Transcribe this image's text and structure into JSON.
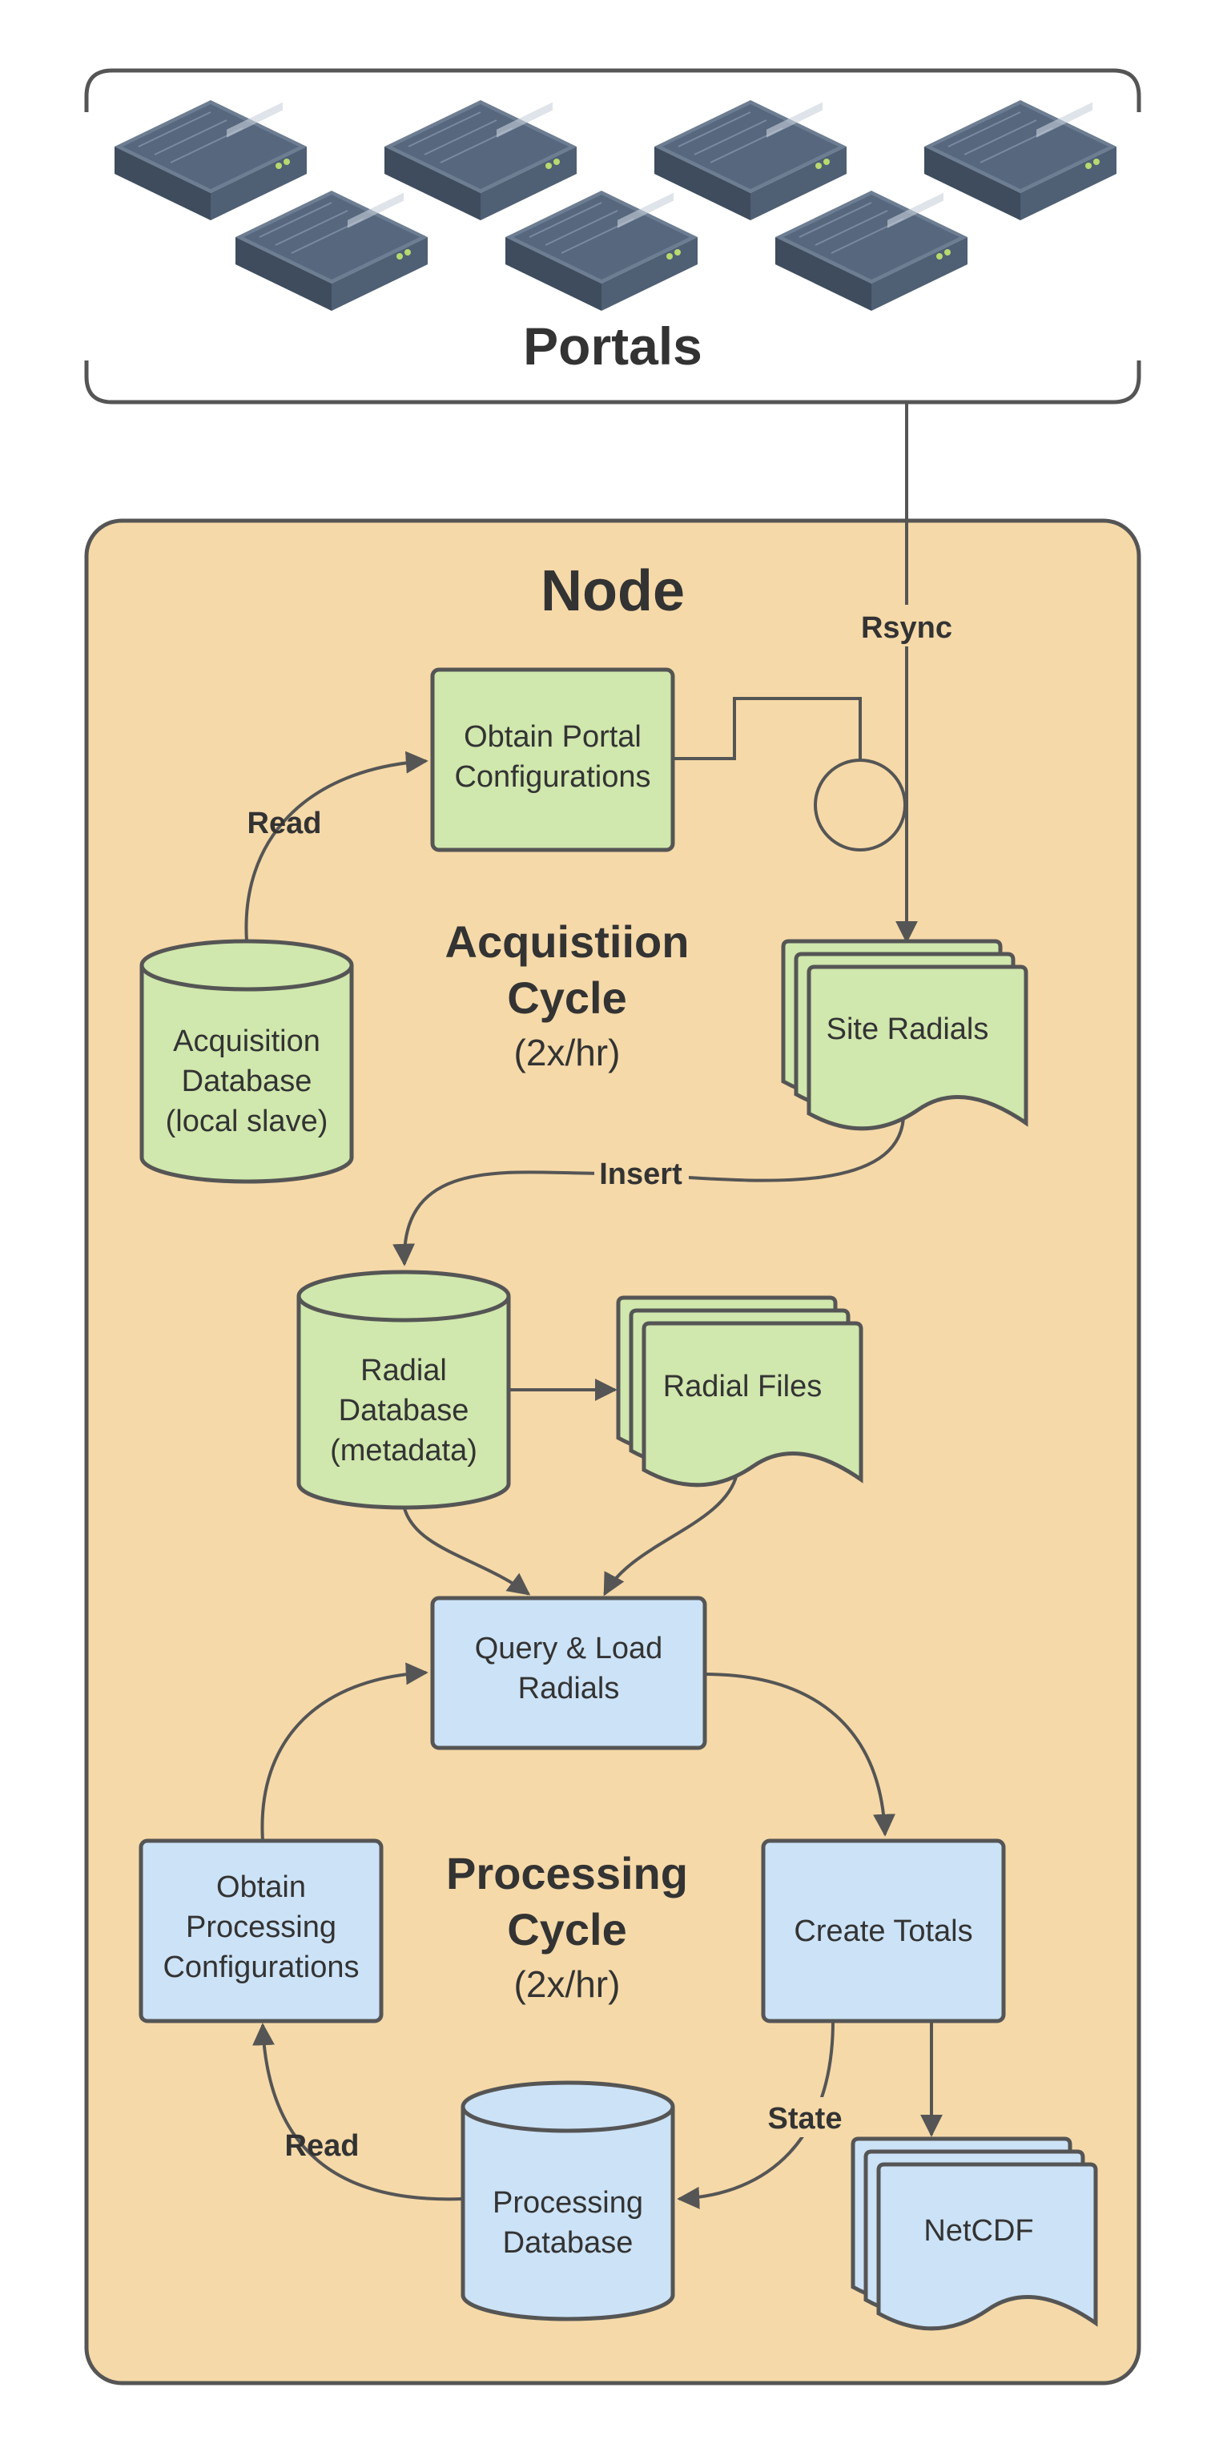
{
  "colors": {
    "node_fill": "#f5d9a8",
    "green_fill": "#d0e7ad",
    "blue_fill": "#cce2f6",
    "stroke": "#555555",
    "server_body": "#4a5b70"
  },
  "portals": {
    "title": "Portals",
    "server_icon": "server-icon"
  },
  "node": {
    "title": "Node"
  },
  "acquisition": {
    "cycle_title_1": "Acquistiion",
    "cycle_title_2": "Cycle",
    "cycle_rate": "(2x/hr)",
    "obtain_portal": [
      "Obtain Portal",
      "Configurations"
    ],
    "acq_db": [
      "Acquisition",
      "Database",
      "(local slave)"
    ],
    "site_radials": "Site Radials"
  },
  "radial": {
    "radial_db": [
      "Radial",
      "Database",
      "(metadata)"
    ],
    "radial_files": "Radial Files"
  },
  "processing": {
    "cycle_title_1": "Processing",
    "cycle_title_2": "Cycle",
    "cycle_rate": "(2x/hr)",
    "query_load": [
      "Query & Load",
      "Radials"
    ],
    "obtain_proc": [
      "Obtain",
      "Processing",
      "Configurations"
    ],
    "create_totals": "Create Totals",
    "proc_db": [
      "Processing",
      "Database"
    ],
    "netcdf": "NetCDF"
  },
  "edges": {
    "rsync": "Rsync",
    "read_acq": "Read",
    "insert": "Insert",
    "read_proc": "Read",
    "state": "State"
  }
}
